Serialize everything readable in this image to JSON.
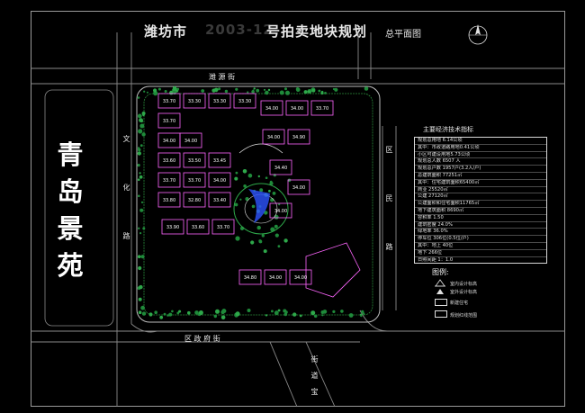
{
  "title": {
    "city": "潍坊市",
    "year": "2003-12",
    "rest": "号拍卖地块规划",
    "subtitle": "总平面图"
  },
  "side_name": [
    "青",
    "岛",
    "景",
    "苑"
  ],
  "roads": {
    "top": "潍  源  街",
    "bottom": "区  政  府  街",
    "west": [
      "文",
      "化",
      "路"
    ],
    "east": [
      "区",
      "民",
      "路"
    ],
    "south_east": [
      "街",
      "道",
      "宝"
    ]
  },
  "buildings": [
    {
      "label": "33.70"
    },
    {
      "label": "33.30"
    },
    {
      "label": "33.30"
    },
    {
      "label": "33.30"
    },
    {
      "label": "33.70"
    },
    {
      "label": "34.00"
    },
    {
      "label": "34.00"
    },
    {
      "label": "33.70"
    },
    {
      "label": "34.00"
    },
    {
      "label": "34.00"
    },
    {
      "label": "34.00"
    },
    {
      "label": "34.90"
    },
    {
      "label": "33.60"
    },
    {
      "label": "33.50"
    },
    {
      "label": "33.45"
    },
    {
      "label": "34.40"
    },
    {
      "label": "33.70"
    },
    {
      "label": "33.70"
    },
    {
      "label": "34.00"
    },
    {
      "label": "34.00"
    },
    {
      "label": "33.80"
    },
    {
      "label": "32.80"
    },
    {
      "label": "33.40"
    },
    {
      "label": "34.00"
    },
    {
      "label": "33.90"
    },
    {
      "label": "33.60"
    },
    {
      "label": "33.70"
    },
    {
      "label": "34.80"
    },
    {
      "label": "34.00"
    },
    {
      "label": "34.00"
    }
  ],
  "tech_table": {
    "title": "主要经济技术指标",
    "rows": [
      "规划总用地  6.14公顷",
      "其中：市政道路用地0.41公顷",
      "小区可建设用地5.73公顷",
      "规划总人数    6507 人",
      "规划总户数    1957户(3.2人/户)",
      "总建筑面积    77251㎡",
      "其中：住宅建筑面积65400㎡",
      "      商业   25520㎡",
      "      公建   27120㎡",
      "公建面积和住宅面积11765㎡",
      "地下建筑面积   8690㎡",
      "容积率         1.50",
      "建筑密度       24.0%",
      "绿地率         36.0%",
      "停车位    306位(0.5位/户)",
      "其中：地上    40位",
      "      地下    266位",
      "日照间距 1：1.0"
    ]
  },
  "legend": {
    "title": "图例:",
    "items": [
      "室内设计标高",
      "室外设计标高",
      "新建住宅",
      "规划红线范围"
    ]
  },
  "colors": {
    "background": "#000000",
    "frame": "#9a9a9a",
    "building": "#ff66ff",
    "green": "#1f8a3a",
    "road": "#5a5a5a",
    "water": "#3b6cff"
  }
}
